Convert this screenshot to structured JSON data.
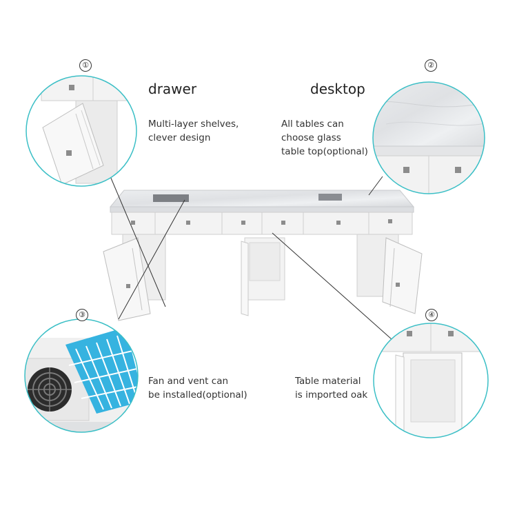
{
  "callouts": [
    {
      "number": "①",
      "heading": "drawer",
      "description": "Multi-layer shelves,\nclever design"
    },
    {
      "number": "②",
      "heading": "desktop",
      "description": "All tables can\nchoose glass\ntable top(optional)"
    },
    {
      "number": "③",
      "heading": "",
      "description": "Fan and vent can\nbe installed(optional)"
    },
    {
      "number": "④",
      "heading": "",
      "description": "Table material\nis imported oak"
    }
  ],
  "colors": {
    "circle_border": "#3bbfc6",
    "table_white": "#f4f4f4",
    "marble": "#e7e8ea",
    "vent_mesh": "#36b3e0",
    "leader_line": "#333333"
  }
}
